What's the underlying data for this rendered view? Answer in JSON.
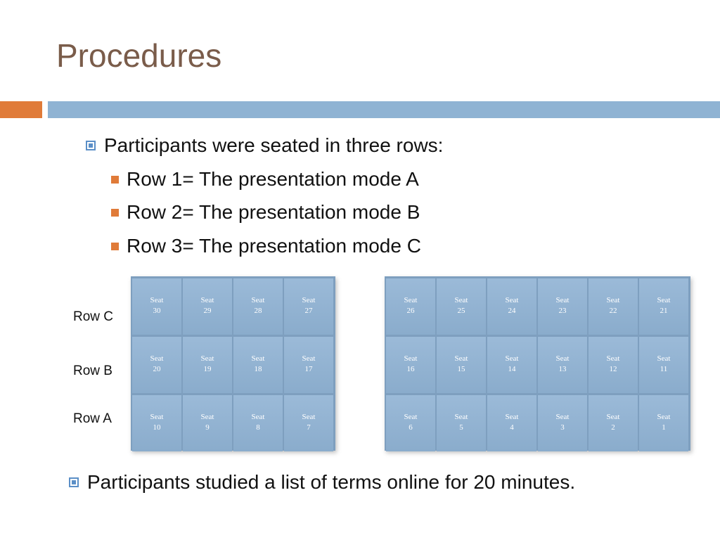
{
  "title": "Procedures",
  "bullets": {
    "first": "Participants were seated in three rows:",
    "sub": [
      "Row 1= The presentation mode A",
      "Row 2= The presentation mode B",
      "Row 3= The presentation mode C"
    ],
    "last": "Participants studied a list of terms online for 20 minutes."
  },
  "colors": {
    "title": "#7a5c4a",
    "accent_orange": "#e07b39",
    "accent_blue": "#8fb3d3",
    "seat": "#8fb0d0"
  },
  "rows": {
    "c": "Row C",
    "b": "Row B",
    "a": "Row A"
  },
  "seat_word": "Seat",
  "seating": {
    "left": {
      "row_c": [
        "30",
        "29",
        "28",
        "27"
      ],
      "row_b": [
        "20",
        "19",
        "18",
        "17"
      ],
      "row_a": [
        "10",
        "9",
        "8",
        "7"
      ]
    },
    "right": {
      "row_c": [
        "26",
        "25",
        "24",
        "23",
        "22",
        "21"
      ],
      "row_b": [
        "16",
        "15",
        "14",
        "13",
        "12",
        "11"
      ],
      "row_a": [
        "6",
        "5",
        "4",
        "3",
        "2",
        "1"
      ]
    }
  }
}
